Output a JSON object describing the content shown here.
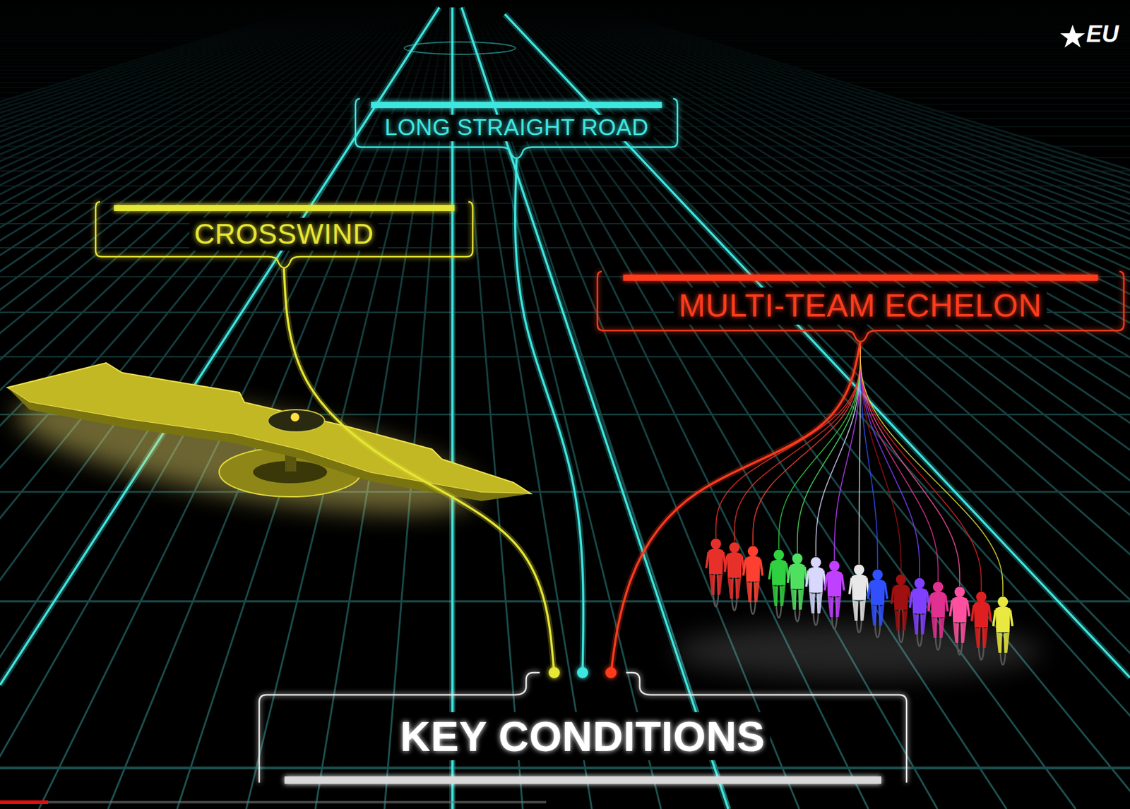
{
  "diagram": {
    "nodes": [
      {
        "text": [
          "LONG STRAIGHT ROAD"
        ]
      },
      {
        "text": [
          "CROSSWIND"
        ]
      },
      {
        "text": [
          "MULTI-TEAM ECHELON"
        ]
      },
      {
        "text": [
          "KEY CONDITIONS"
        ]
      }
    ],
    "edges": [
      {
        "from": 1,
        "to": 3,
        "arrow": "none"
      },
      {
        "from": 0,
        "to": 3,
        "arrow": "none"
      },
      {
        "from": 2,
        "to": 3,
        "arrow": "none"
      }
    ],
    "labels": [
      "EU"
    ]
  }
}
